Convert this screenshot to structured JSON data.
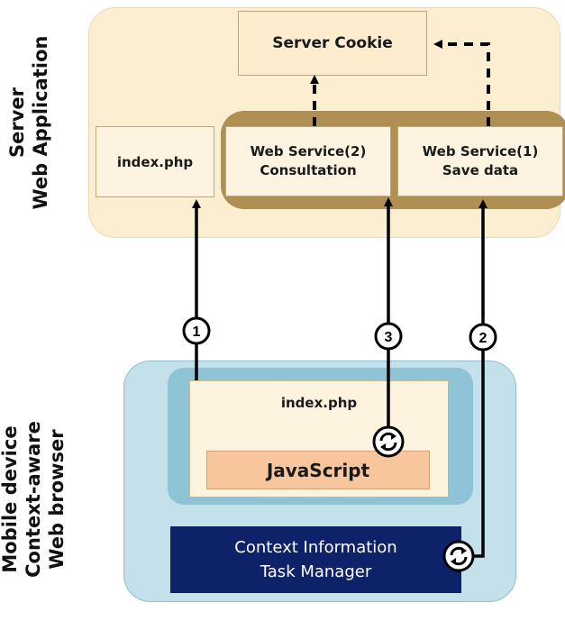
{
  "labels": {
    "server": [
      "Server",
      "Web Application"
    ],
    "mobile": [
      "Mobile device",
      "Context-aware",
      "Web browser"
    ]
  },
  "server": {
    "cookie": "Server Cookie",
    "index": "index.php",
    "ws2": [
      "Web Service(2)",
      "Consultation"
    ],
    "ws1": [
      "Web Service(1)",
      "Save data"
    ]
  },
  "client": {
    "index": "index.php",
    "javascript": "JavaScript",
    "context_manager": [
      "Context Information",
      "Task Manager"
    ]
  },
  "steps": [
    "1",
    "2",
    "3"
  ],
  "icons": [
    "refresh-icon",
    "refresh-icon"
  ],
  "colors": {
    "server_bg": "#fcefd1",
    "ws_group": "#b08f52",
    "device_bg": "#c4e1eb",
    "device_inner": "#8ec4d6",
    "javascript_bg": "#f8c69c",
    "context_bg": "#0d2268"
  }
}
